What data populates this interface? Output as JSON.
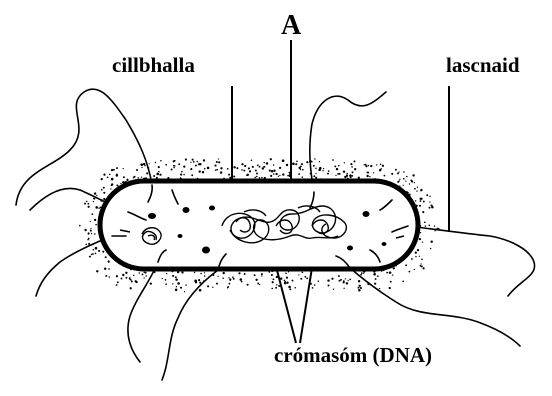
{
  "labels": {
    "top": "A",
    "cell_wall": "cillbhalla",
    "flagellum": "lascnaid",
    "chromosome": "crómasóm (DNA)"
  },
  "colors": {
    "line": "#000000",
    "cell_fill": "#ffffff",
    "capsule_dots": "#000000",
    "background": "#ffffff"
  }
}
